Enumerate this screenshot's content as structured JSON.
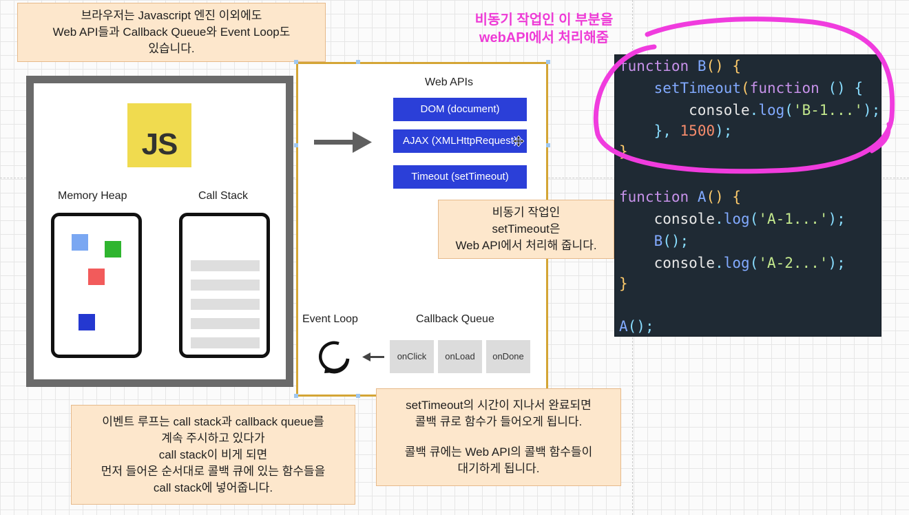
{
  "notes": {
    "browser": [
      "브라우저는 Javascript 엔진 이외에도",
      "Web API들과 Callback Queue와 Event Loop도",
      "있습니다."
    ],
    "async_webapi": [
      "비동기 작업인",
      "setTimeout은",
      "Web API에서 처리해 줍니다."
    ],
    "event_loop": [
      "이벤트 루프는 call stack과 callback queue를",
      "계속 주시하고 있다가",
      "call stack이 비게 되면",
      "먼저 들어온 순서대로 콜백 큐에 있는 함수들을",
      "call stack에 넣어줍니다."
    ],
    "callback_queue_p1": [
      "setTimeout의 시간이 지나서 완료되면",
      "콜백 큐로 함수가 들어오게 됩니다."
    ],
    "callback_queue_p2": [
      "콜백 큐에는 Web API의 콜백 함수들이",
      "대기하게 됩니다."
    ]
  },
  "annotation": [
    "비동기 작업인 이 부분을",
    "webAPI에서 처리해줌"
  ],
  "engine": {
    "logo": "JS",
    "memory_heap": "Memory Heap",
    "call_stack": "Call Stack"
  },
  "webapis": {
    "title": "Web APIs",
    "items": [
      "DOM (document)",
      "AJAX (XMLHttpRequest)",
      "Timeout (setTimeout)"
    ]
  },
  "event_loop": {
    "label": "Event Loop"
  },
  "callback_queue": {
    "label": "Callback Queue",
    "items": [
      "onClick",
      "onLoad",
      "onDone"
    ]
  },
  "colors": {
    "js_yellow": "#f0db4f",
    "api_blue": "#2b3fd8",
    "annotation_pink": "#ee3ad6",
    "code_bg": "#1f2a34"
  },
  "code_tokens": {
    "fn_kw": "function",
    "b_name": "B",
    "a_name": "A",
    "set_timeout": "setTimeout",
    "console": "console",
    "log": "log",
    "str_b1": "'B-1...'",
    "str_a1": "'A-1...'",
    "str_a2": "'A-2...'",
    "delay": "1500"
  }
}
